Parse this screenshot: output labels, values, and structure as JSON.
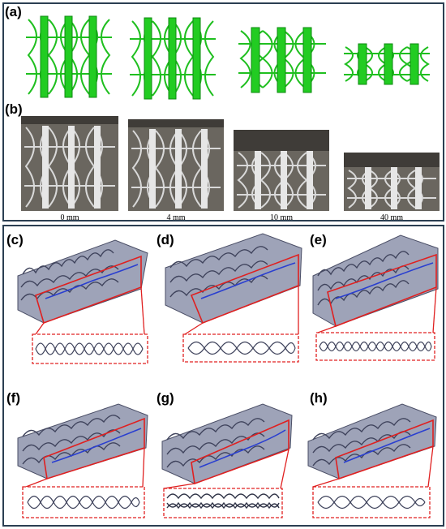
{
  "panels": {
    "a": "(a)",
    "b": "(b)",
    "c": "(c)",
    "d": "(d)",
    "e": "(e)",
    "f": "(f)",
    "g": "(g)",
    "h": "(h)"
  },
  "captions": [
    "0 mm",
    "4 mm",
    "10 mm",
    "40 mm"
  ],
  "colors": {
    "border": "#2b3f52",
    "lattice_green": "#2bd42b",
    "lattice_dark": "#0f8f12",
    "photo_bg": "#5e5a55",
    "coil": "#5a5e74",
    "highlight": "#e02020",
    "blue": "#2a3fd0"
  }
}
